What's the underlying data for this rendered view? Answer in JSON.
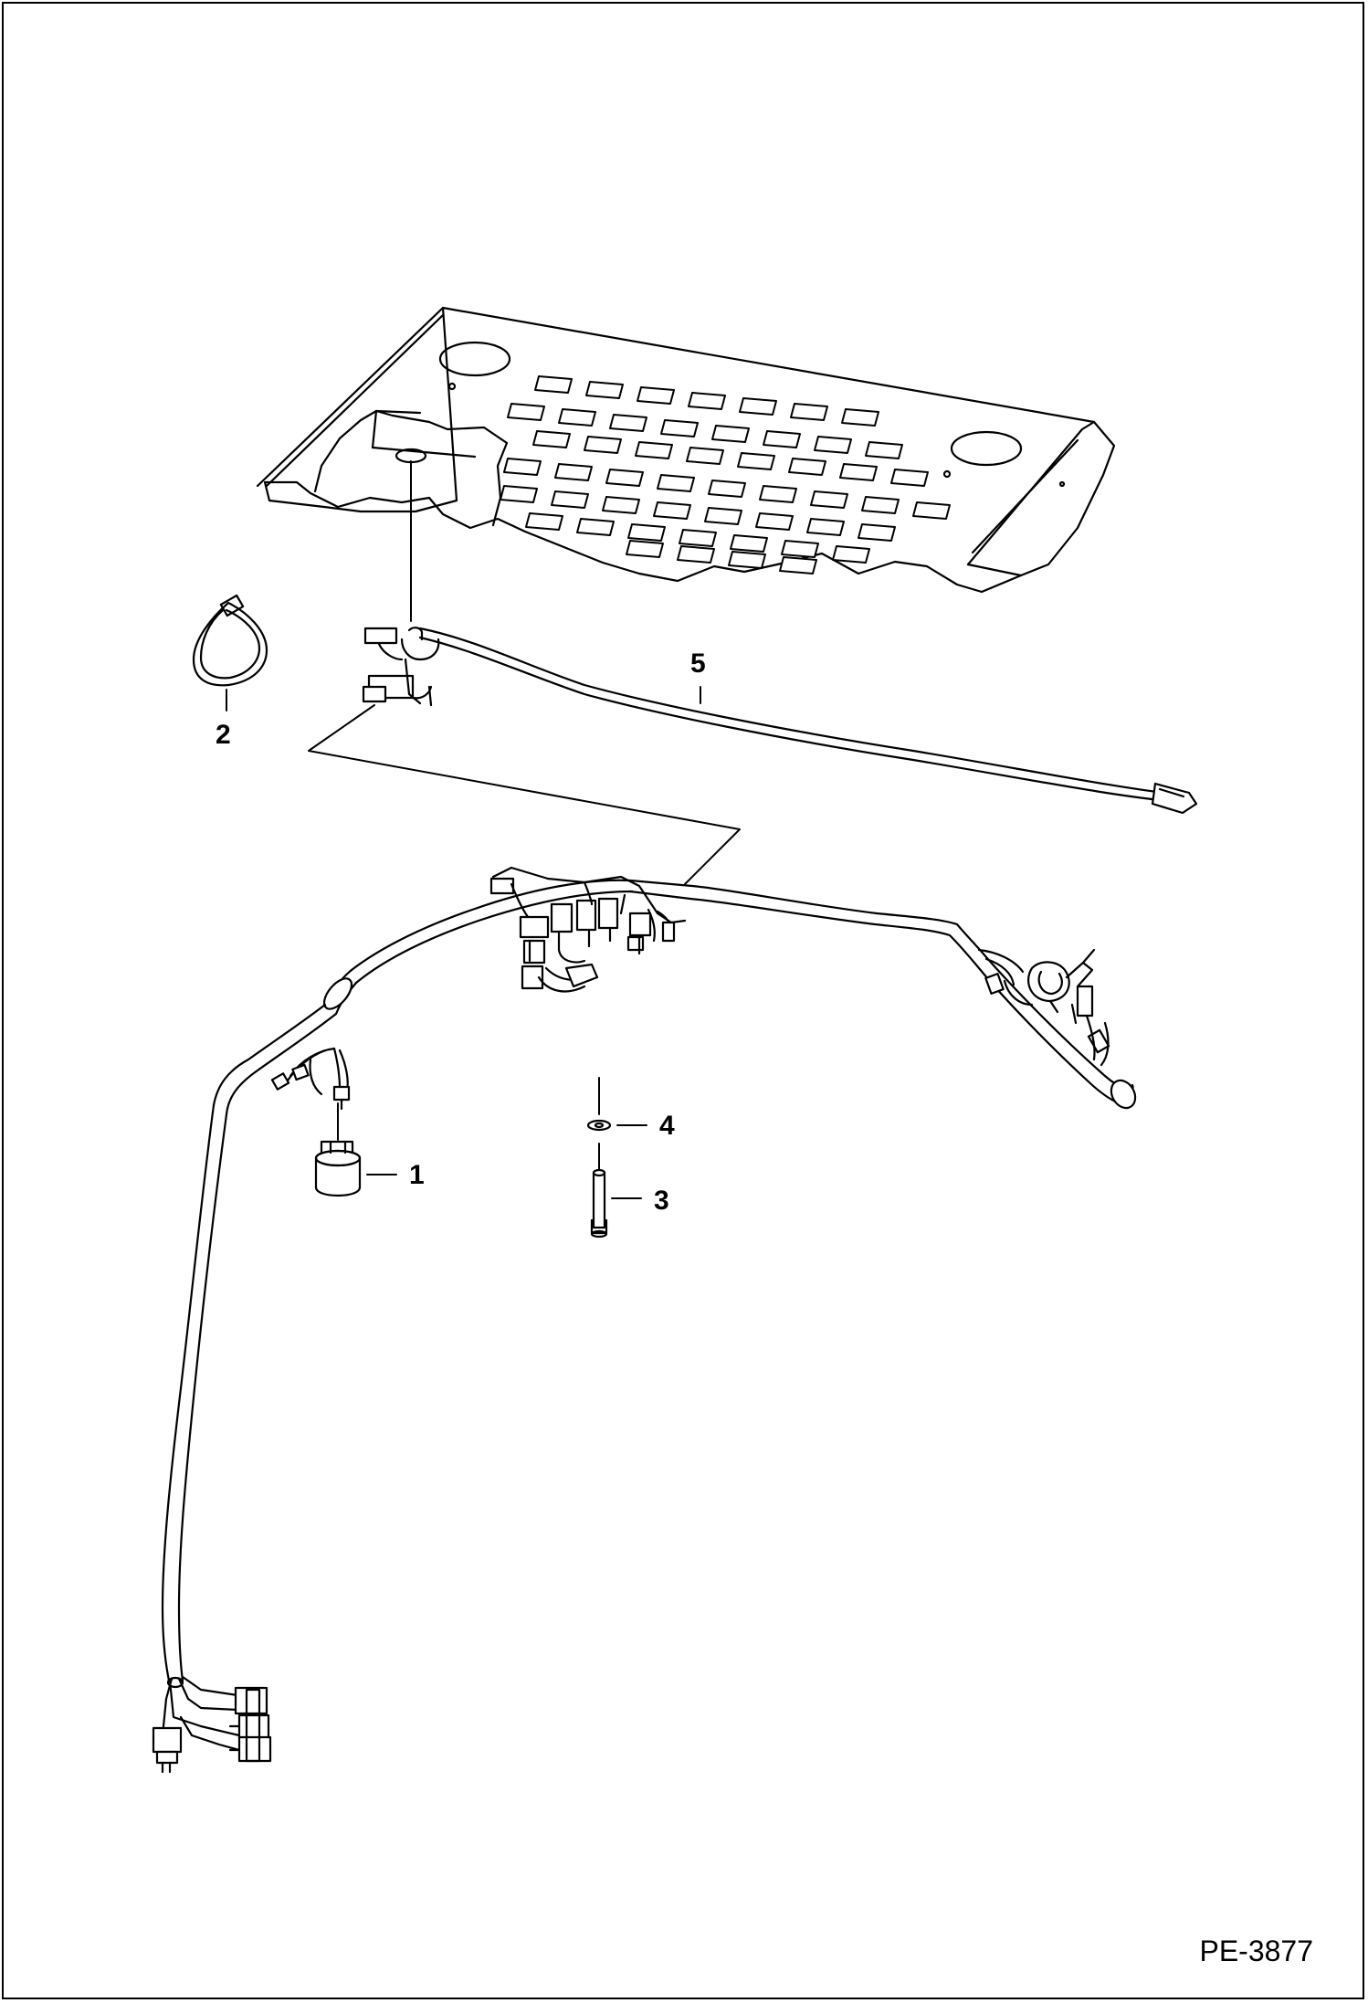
{
  "callouts": {
    "c1": "1",
    "c2": "2",
    "c3": "3",
    "c4": "4",
    "c5": "5"
  },
  "figure_code": "PE-3877",
  "colors": {
    "line": "#000000",
    "background": "#ffffff"
  }
}
